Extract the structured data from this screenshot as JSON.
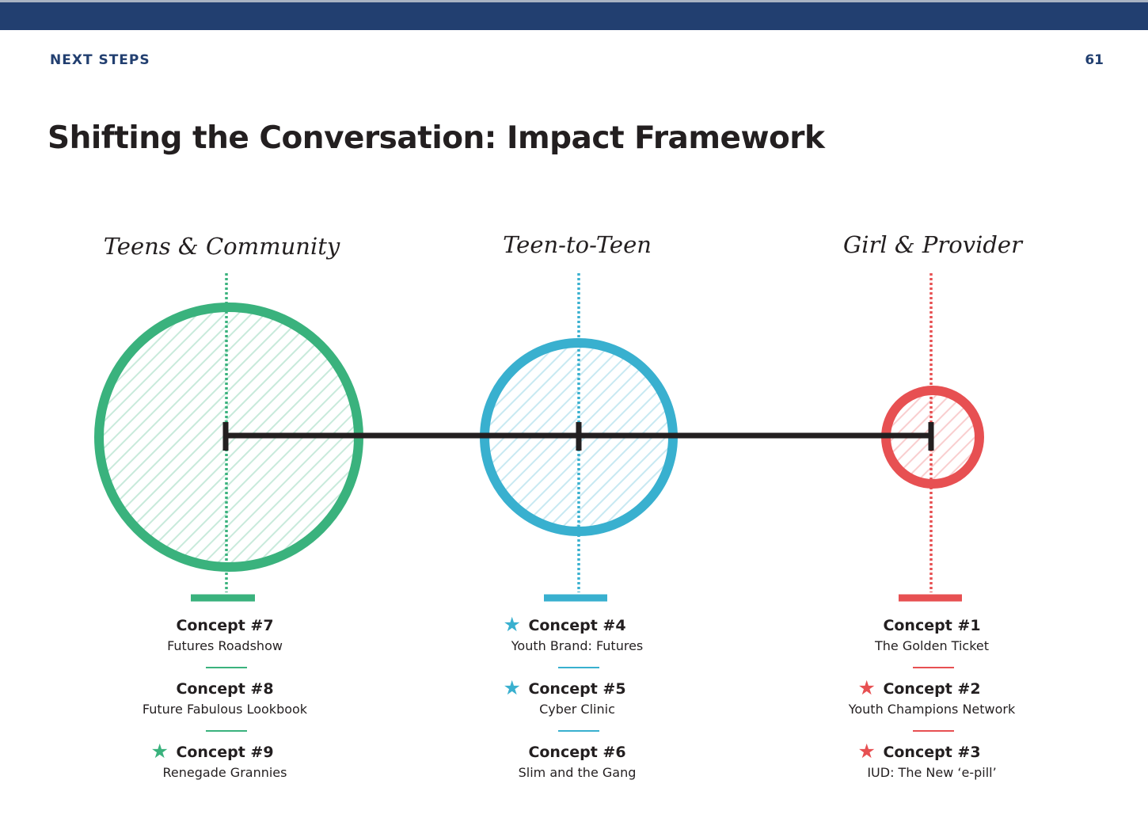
{
  "header": {
    "section": "NEXT STEPS",
    "page_number": "61"
  },
  "title": "Shifting the Conversation: Impact Framework",
  "colors": {
    "navy": "#223f70",
    "green": "#3ab27d",
    "blue": "#39b0cf",
    "red": "#e75052",
    "axis": "#231f20"
  },
  "columns": [
    {
      "heading": "Teens & Community",
      "color": "green",
      "concepts": [
        {
          "title": "Concept #7",
          "subtitle": "Futures Roadshow",
          "starred": false
        },
        {
          "title": "Concept #8",
          "subtitle": "Future Fabulous Lookbook",
          "starred": false
        },
        {
          "title": "Concept #9",
          "subtitle": "Renegade Grannies",
          "starred": true
        }
      ]
    },
    {
      "heading": "Teen-to-Teen",
      "color": "blue",
      "concepts": [
        {
          "title": "Concept #4",
          "subtitle": "Youth Brand: Futures",
          "starred": true
        },
        {
          "title": "Concept #5",
          "subtitle": "Cyber Clinic",
          "starred": true
        },
        {
          "title": "Concept #6",
          "subtitle": "Slim and the Gang",
          "starred": false
        }
      ]
    },
    {
      "heading": "Girl & Provider",
      "color": "red",
      "concepts": [
        {
          "title": "Concept #1",
          "subtitle": "The Golden Ticket",
          "starred": false
        },
        {
          "title": "Concept #2",
          "subtitle": "Youth Champions Network",
          "starred": true
        },
        {
          "title": "Concept #3",
          "subtitle": "IUD: The New ‘e-pill’",
          "starred": true
        }
      ]
    }
  ]
}
